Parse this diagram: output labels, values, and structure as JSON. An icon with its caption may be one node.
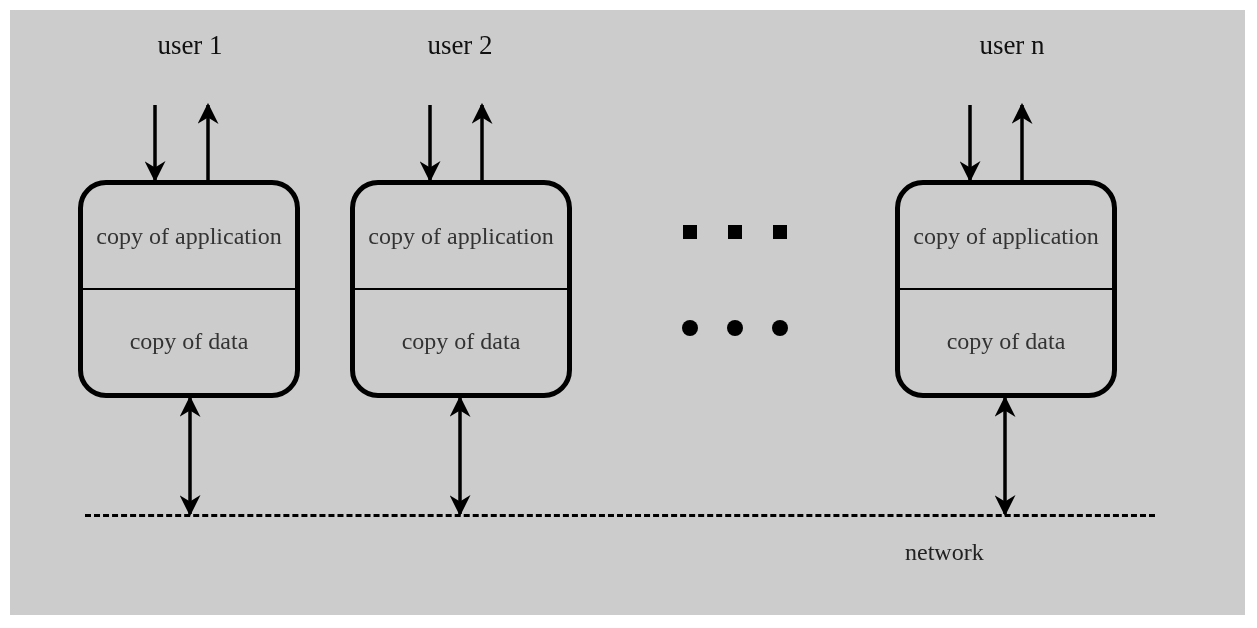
{
  "diagram": {
    "nodes": [
      {
        "text": [
          "user 1"
        ]
      },
      {
        "text": [
          "user 2"
        ]
      },
      {
        "text": [
          "user n"
        ]
      },
      {
        "text": [
          "copy of application",
          "copy of data"
        ]
      },
      {
        "text": [
          "copy of application",
          "copy of data"
        ]
      },
      {
        "text": [
          "copy of application",
          "copy of data"
        ]
      },
      {
        "text": [
          "network"
        ]
      }
    ],
    "edges": [
      {
        "from": 0,
        "to": 3,
        "arrow": "to"
      },
      {
        "from": 3,
        "to": 0,
        "arrow": "to"
      },
      {
        "from": 1,
        "to": 4,
        "arrow": "to"
      },
      {
        "from": 4,
        "to": 1,
        "arrow": "to"
      },
      {
        "from": 2,
        "to": 5,
        "arrow": "to"
      },
      {
        "from": 5,
        "to": 2,
        "arrow": "to"
      },
      {
        "from": 3,
        "to": 6,
        "arrow": "both"
      },
      {
        "from": 4,
        "to": 6,
        "arrow": "both"
      },
      {
        "from": 5,
        "to": 6,
        "arrow": "both"
      }
    ]
  }
}
